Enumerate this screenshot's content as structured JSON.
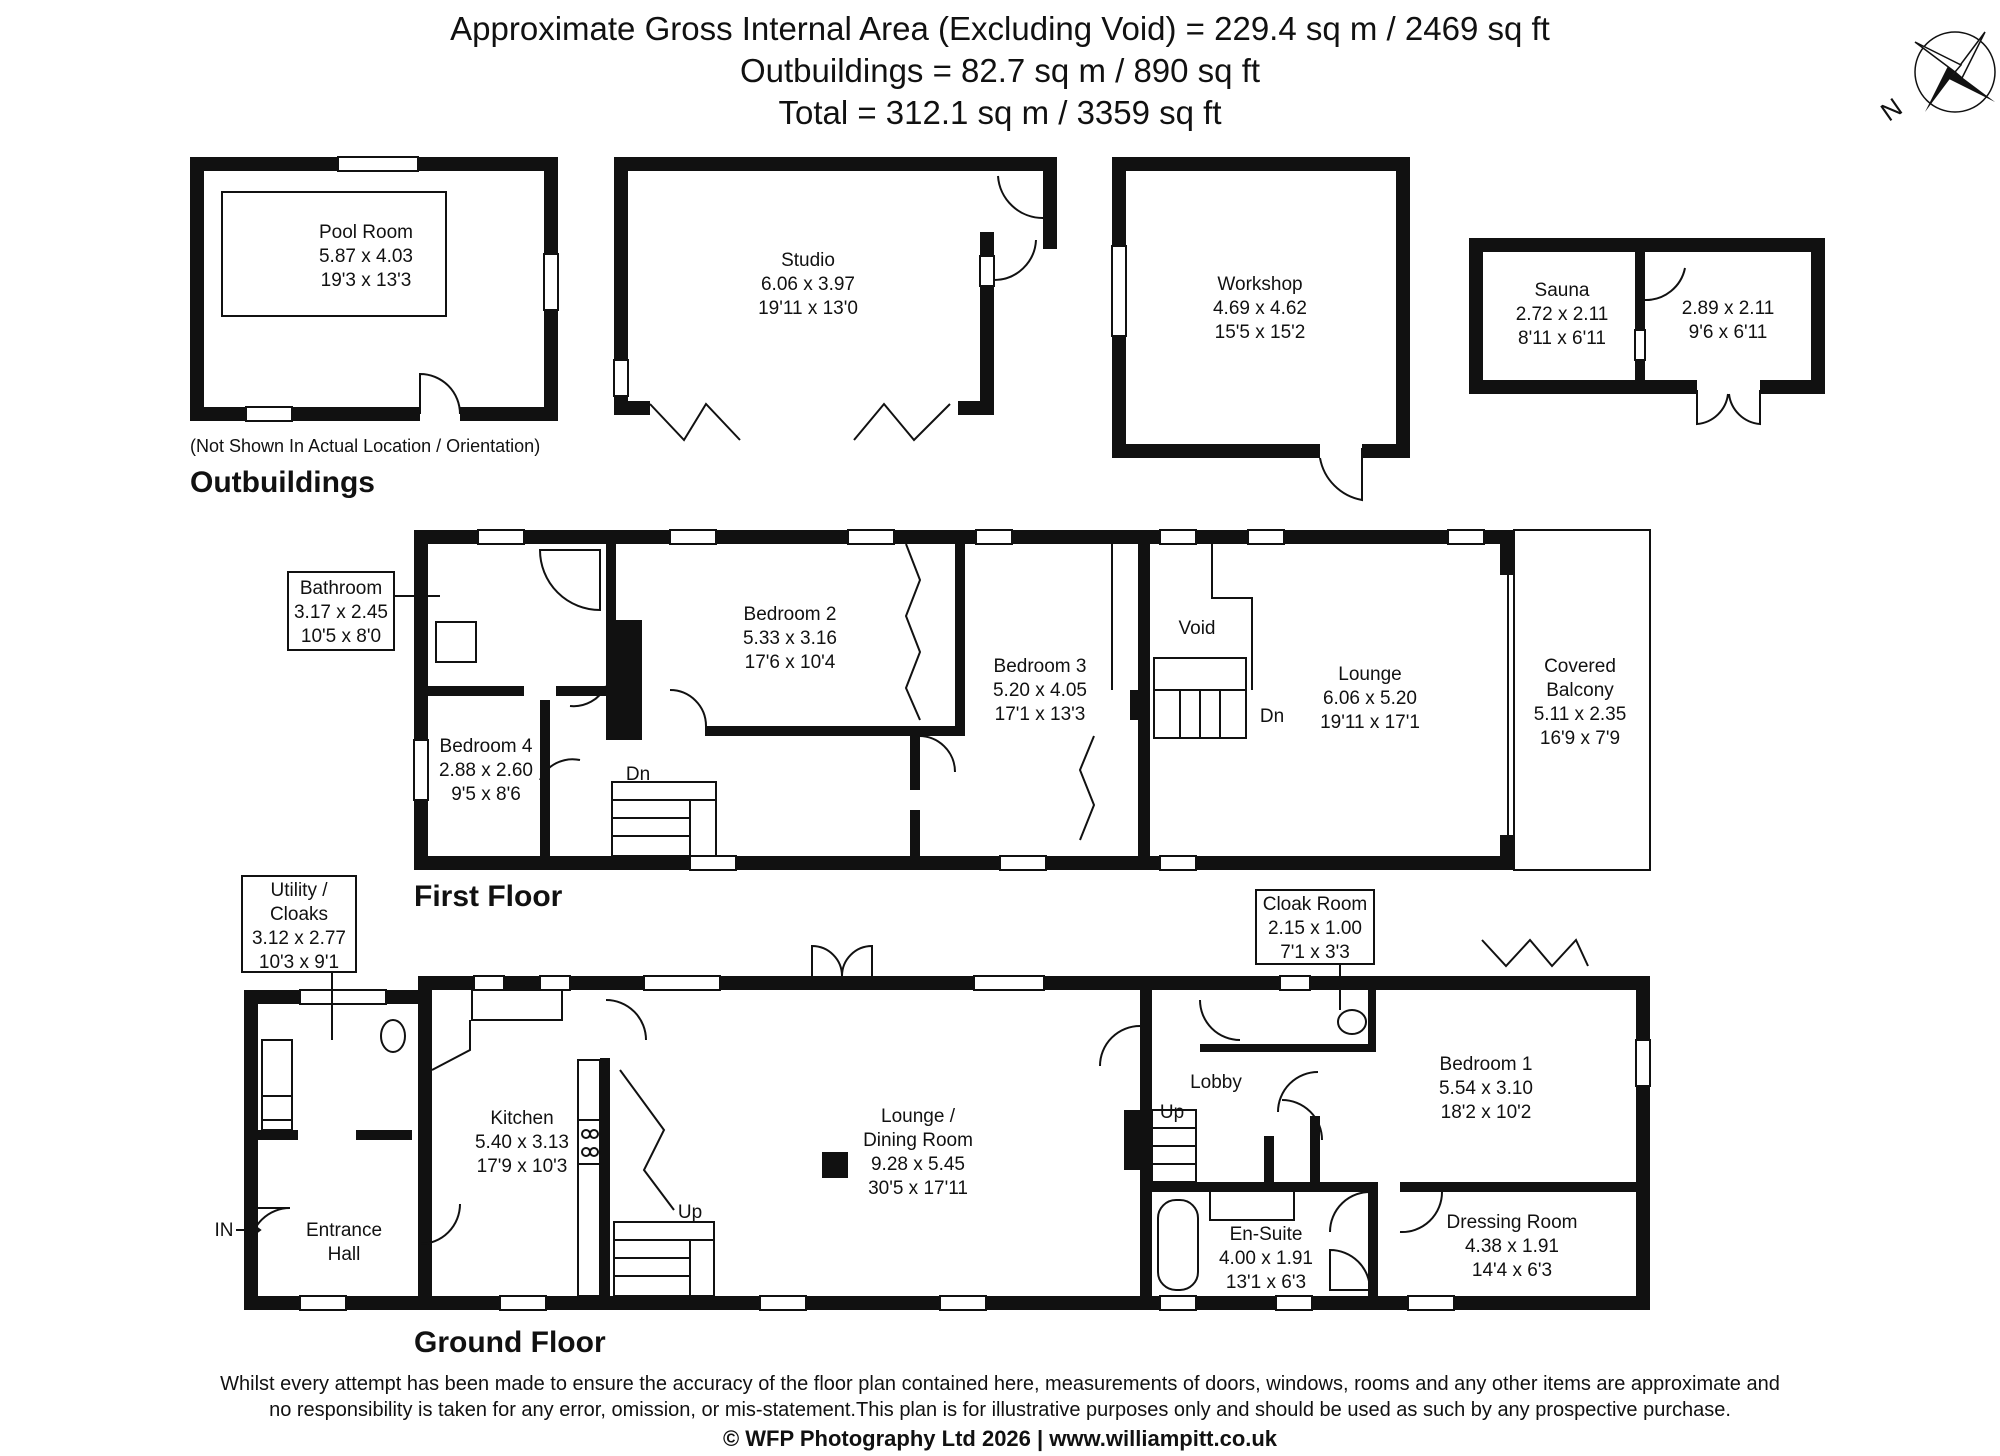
{
  "header": {
    "line1": "Approximate Gross Internal Area (Excluding Void) = 229.4 sq m / 2469 sq ft",
    "line2": "Outbuildings = 82.7 sq m / 890 sq ft",
    "line3": "Total = 312.1 sq m / 3359 sq ft"
  },
  "compass": {
    "label": "N"
  },
  "outbuildings": {
    "title": "Outbuildings",
    "note": "(Not Shown In Actual Location / Orientation)",
    "pool": {
      "name": "Pool Room",
      "metric": "5.87 x 4.03",
      "imperial": "19'3 x 13'3"
    },
    "studio": {
      "name": "Studio",
      "metric": "6.06 x 3.97",
      "imperial": "19'11 x 13'0"
    },
    "workshop": {
      "name": "Workshop",
      "metric": "4.69 x 4.62",
      "imperial": "15'5 x 15'2"
    },
    "sauna": {
      "name": "Sauna",
      "metric": "2.72 x 2.11",
      "imperial": "8'11 x 6'11"
    },
    "store": {
      "metric": "2.89 x 2.11",
      "imperial": "9'6 x 6'11"
    }
  },
  "first_floor": {
    "title": "First Floor",
    "bathroom": {
      "name": "Bathroom",
      "metric": "3.17 x 2.45",
      "imperial": "10'5 x 8'0"
    },
    "bedroom2": {
      "name": "Bedroom 2",
      "metric": "5.33 x 3.16",
      "imperial": "17'6 x 10'4"
    },
    "bedroom3": {
      "name": "Bedroom 3",
      "metric": "5.20 x 4.05",
      "imperial": "17'1 x 13'3"
    },
    "bedroom4": {
      "name": "Bedroom 4",
      "metric": "2.88 x 2.60",
      "imperial": "9'5 x 8'6"
    },
    "lounge": {
      "name": "Lounge",
      "metric": "6.06 x 5.20",
      "imperial": "19'11 x 17'1"
    },
    "balcony": {
      "name1": "Covered",
      "name2": "Balcony",
      "metric": "5.11 x 2.35",
      "imperial": "16'9 x 7'9"
    },
    "void": "Void",
    "dn1": "Dn",
    "dn2": "Dn"
  },
  "ground_floor": {
    "title": "Ground Floor",
    "utility": {
      "name1": "Utility /",
      "name2": "Cloaks",
      "metric": "3.12 x 2.77",
      "imperial": "10'3 x 9'1"
    },
    "kitchen": {
      "name": "Kitchen",
      "metric": "5.40 x 3.13",
      "imperial": "17'9 x 10'3"
    },
    "entrance": {
      "name1": "Entrance",
      "name2": "Hall"
    },
    "in_label": "IN",
    "lounge": {
      "name1": "Lounge /",
      "name2": "Dining Room",
      "metric": "9.28 x 5.45",
      "imperial": "30'5 x 17'11"
    },
    "up1": "Up",
    "cloak": {
      "name": "Cloak Room",
      "metric": "2.15 x 1.00",
      "imperial": "7'1 x 3'3"
    },
    "lobby": "Lobby",
    "up2": "Up",
    "bedroom1": {
      "name": "Bedroom 1",
      "metric": "5.54 x 3.10",
      "imperial": "18'2 x 10'2"
    },
    "ensuite": {
      "name": "En-Suite",
      "metric": "4.00 x 1.91",
      "imperial": "13'1 x 6'3"
    },
    "dressing": {
      "name": "Dressing Room",
      "metric": "4.38 x 1.91",
      "imperial": "14'4 x 6'3"
    }
  },
  "footer": {
    "line1": "Whilst every attempt has been made to ensure the accuracy of the floor plan contained here, measurements of doors, windows, rooms and any other items are approximate and",
    "line2": "no responsibility is taken for any error, omission, or mis-statement.This plan is for illustrative purposes only and should be used as such by any prospective purchase.",
    "line3": "© WFP Photography Ltd 2026 | www.williampitt.co.uk"
  }
}
